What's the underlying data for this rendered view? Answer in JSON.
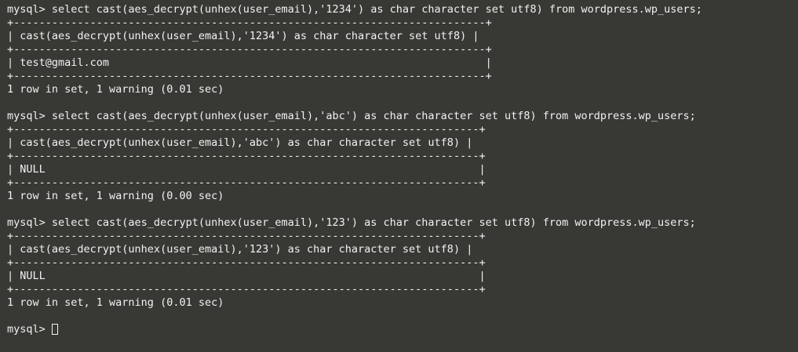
{
  "terminal": {
    "queries": [
      {
        "command": "mysql> select cast(aes_decrypt(unhex(user_email),'1234') as char character set utf8) from wordpress.wp_users;",
        "border": "+--------------------------------------------------------------------------+",
        "header": "| cast(aes_decrypt(unhex(user_email),'1234') as char character set utf8) |",
        "row": "| test@gmail.com                                                           |",
        "status": "1 row in set, 1 warning (0.01 sec)"
      },
      {
        "command": "mysql> select cast(aes_decrypt(unhex(user_email),'abc') as char character set utf8) from wordpress.wp_users;",
        "border": "+-------------------------------------------------------------------------+",
        "header": "| cast(aes_decrypt(unhex(user_email),'abc') as char character set utf8) |",
        "row": "| NULL                                                                    |",
        "status": "1 row in set, 1 warning (0.00 sec)"
      },
      {
        "command": "mysql> select cast(aes_decrypt(unhex(user_email),'123') as char character set utf8) from wordpress.wp_users;",
        "border": "+-------------------------------------------------------------------------+",
        "header": "| cast(aes_decrypt(unhex(user_email),'123') as char character set utf8) |",
        "row": "| NULL                                                                    |",
        "status": "1 row in set, 1 warning (0.01 sec)"
      }
    ],
    "prompt": "mysql>",
    "colors": {
      "background": "#383834",
      "foreground": "#f2f2f2"
    }
  }
}
